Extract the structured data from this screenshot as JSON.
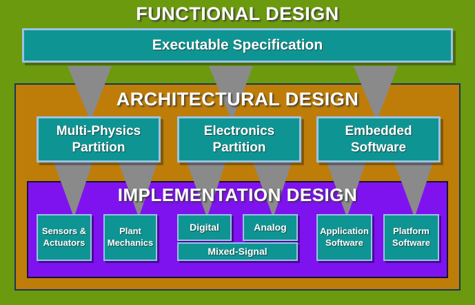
{
  "functional": {
    "title": "FUNCTIONAL DESIGN",
    "box_label": "Executable Specification"
  },
  "architectural": {
    "title": "ARCHITECTURAL DESIGN",
    "boxes": [
      {
        "label": "Multi-Physics\nPartition"
      },
      {
        "label": "Electronics\nPartition"
      },
      {
        "label": "Embedded\nSoftware"
      }
    ]
  },
  "implementation": {
    "title": "IMPLEMENTATION DESIGN",
    "boxes": [
      {
        "label": "Sensors &\nActuators"
      },
      {
        "label": "Plant\nMechanics"
      },
      {
        "label": "Digital"
      },
      {
        "label": "Analog"
      },
      {
        "label": "Mixed-Signal"
      },
      {
        "label": "Application\nSoftware"
      },
      {
        "label": "Platform\nSoftware"
      }
    ]
  },
  "colors": {
    "background_green": "#6B9A0E",
    "architectural_orange": "#BE7D08",
    "implementation_purple": "#7F13EF",
    "box_teal": "#0E9593",
    "box_border_blue": "#9CC2E5",
    "region_outline_navy": "#16365C",
    "arrow_gray": "#8A8A8A",
    "title_text": "#FFFFFF"
  }
}
